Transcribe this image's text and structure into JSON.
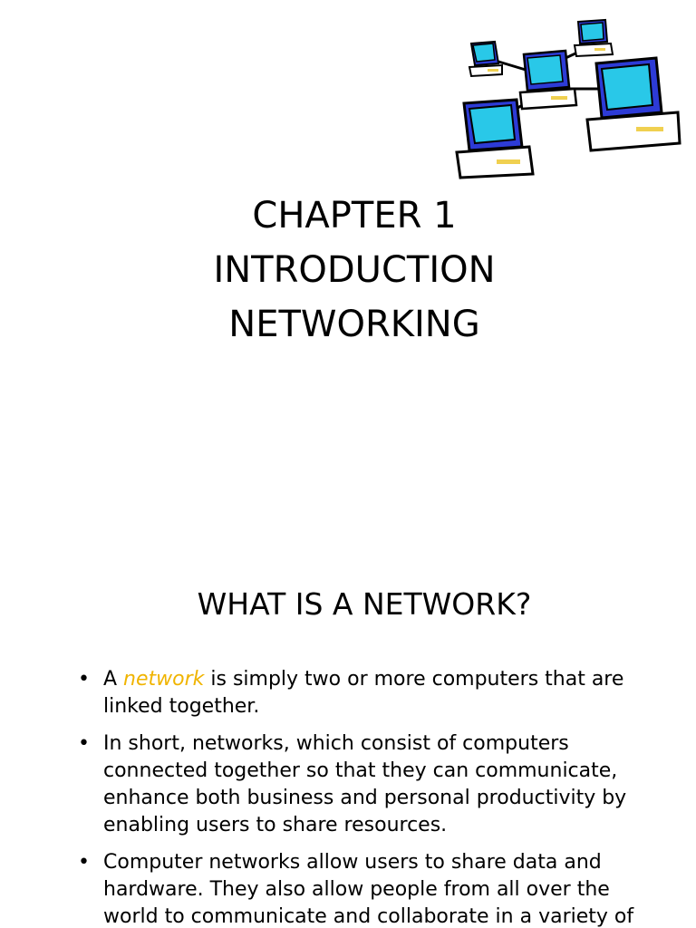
{
  "slide1": {
    "title_lines": [
      "CHAPTER 1",
      "INTRODUCTION",
      "NETWORKING"
    ],
    "clipart_icon": "computer-network-icon"
  },
  "slide2": {
    "title": "WHAT IS A NETWORK?",
    "bullet1": {
      "prefix": "A ",
      "highlight": "network",
      "suffix": " is simply two or more computers that are linked together."
    },
    "bullet2": "In short, networks, which consist of computers connected together so that they can communicate, enhance both business and personal productivity by enabling users to share resources.",
    "bullet3": "Computer networks allow users to share data and hardware. They also allow people from all over the world to communicate and collaborate in a variety of",
    "bullet_glyph": "•",
    "colors": {
      "highlight": "#f0b400",
      "screen": "#29c8e8",
      "monitor_side": "#2d3bd6"
    }
  }
}
